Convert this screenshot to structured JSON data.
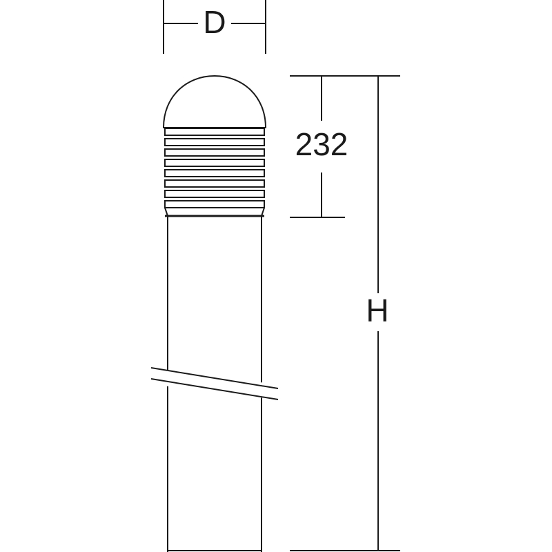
{
  "diagram": {
    "labels": {
      "diameter": "D",
      "louver_height": "232",
      "total_height": "H"
    },
    "colors": {
      "line": "#1a1a1a",
      "background": "#ffffff"
    }
  }
}
